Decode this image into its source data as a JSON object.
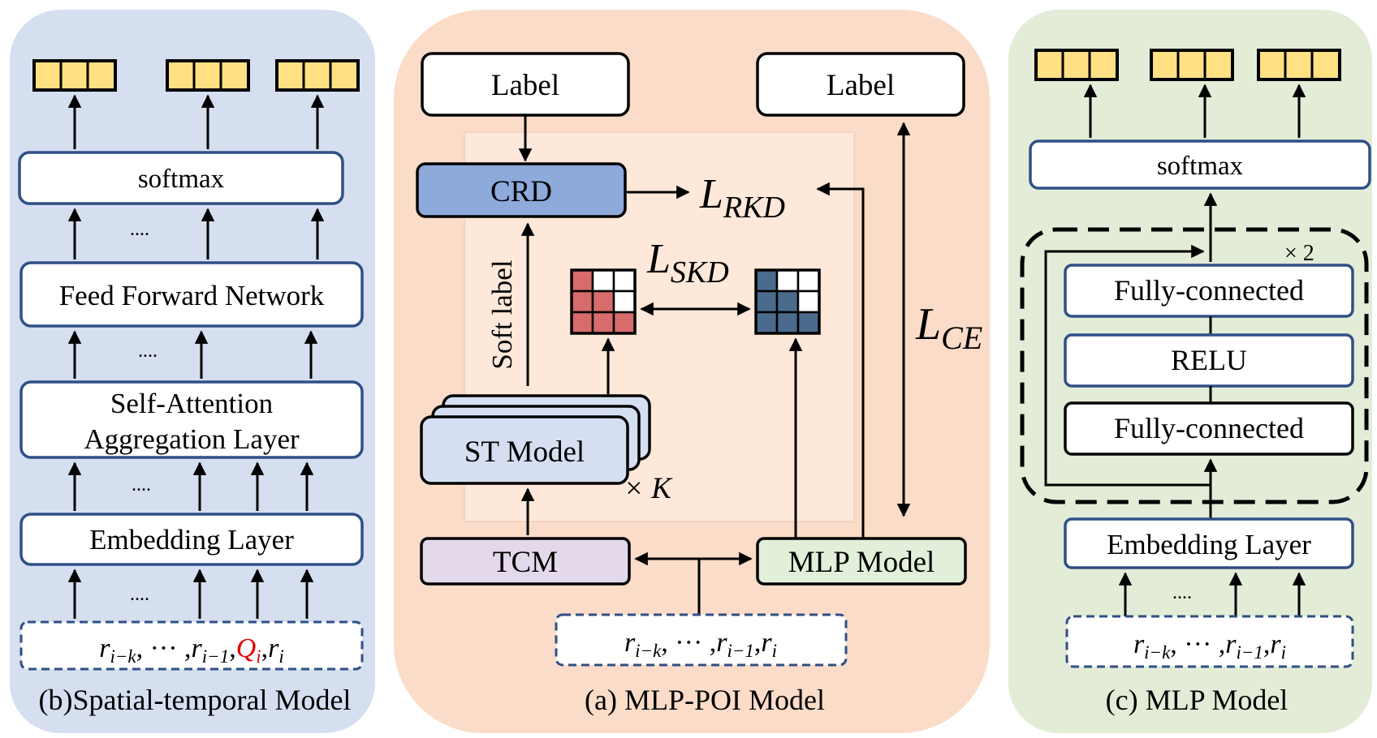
{
  "colors": {
    "panel_b": "#d6dff0",
    "panel_a": "#fbdcc8",
    "panel_c": "#e3ecd6",
    "box_stroke": "#2f4f86",
    "crd_fill": "#8eaadb",
    "tcm_fill": "#e3d9ea",
    "mlp_fill": "#e2efda",
    "st_fill": "#d6dff2",
    "output_cell": "#ffe083",
    "matrix_red": "#d86b6b",
    "matrix_blue": "#4a6b8c",
    "query_red": "#e00000"
  },
  "panel_b": {
    "caption": "(b)Spatial-temporal Model",
    "softmax": "softmax",
    "ffn": "Feed Forward Network",
    "attn_line1": "Self-Attention",
    "attn_line2": "Aggregation Layer",
    "embedding": "Embedding Layer",
    "dots": "....",
    "dots_small": "..",
    "input": {
      "r": "r",
      "sub_ik": "i−k",
      "sep": ", ··· ,",
      "sub_i1": "i−1",
      "comma": ",",
      "q": "Q",
      "sub_i": "i"
    }
  },
  "panel_a": {
    "caption": "(a) MLP-POI Model",
    "label_left": "Label",
    "label_right": "Label",
    "crd": "CRD",
    "soft_label": "Soft label",
    "st_model": "ST Model",
    "times_k": "× K",
    "tcm": "TCM",
    "mlp_model": "MLP Model",
    "l_rkd": {
      "main": "L",
      "sub": "RKD"
    },
    "l_skd": {
      "main": "L",
      "sub": "SKD"
    },
    "l_ce": {
      "main": "L",
      "sub": "CE"
    },
    "input": {
      "r": "r",
      "sub_ik": "i−k",
      "sep": ", ··· ,",
      "sub_i1": "i−1",
      "comma": ",",
      "sub_i": "i"
    }
  },
  "panel_c": {
    "caption": "(c) MLP Model",
    "softmax": "softmax",
    "times_2": "× 2",
    "fc_top": "Fully-connected",
    "relu": "RELU",
    "fc_bottom": "Fully-connected",
    "embedding": "Embedding Layer",
    "dots": "....",
    "input": {
      "r": "r",
      "sub_ik": "i−k",
      "sep": ", ··· ,",
      "sub_i1": "i−1",
      "comma": ",",
      "sub_i": "i"
    }
  }
}
